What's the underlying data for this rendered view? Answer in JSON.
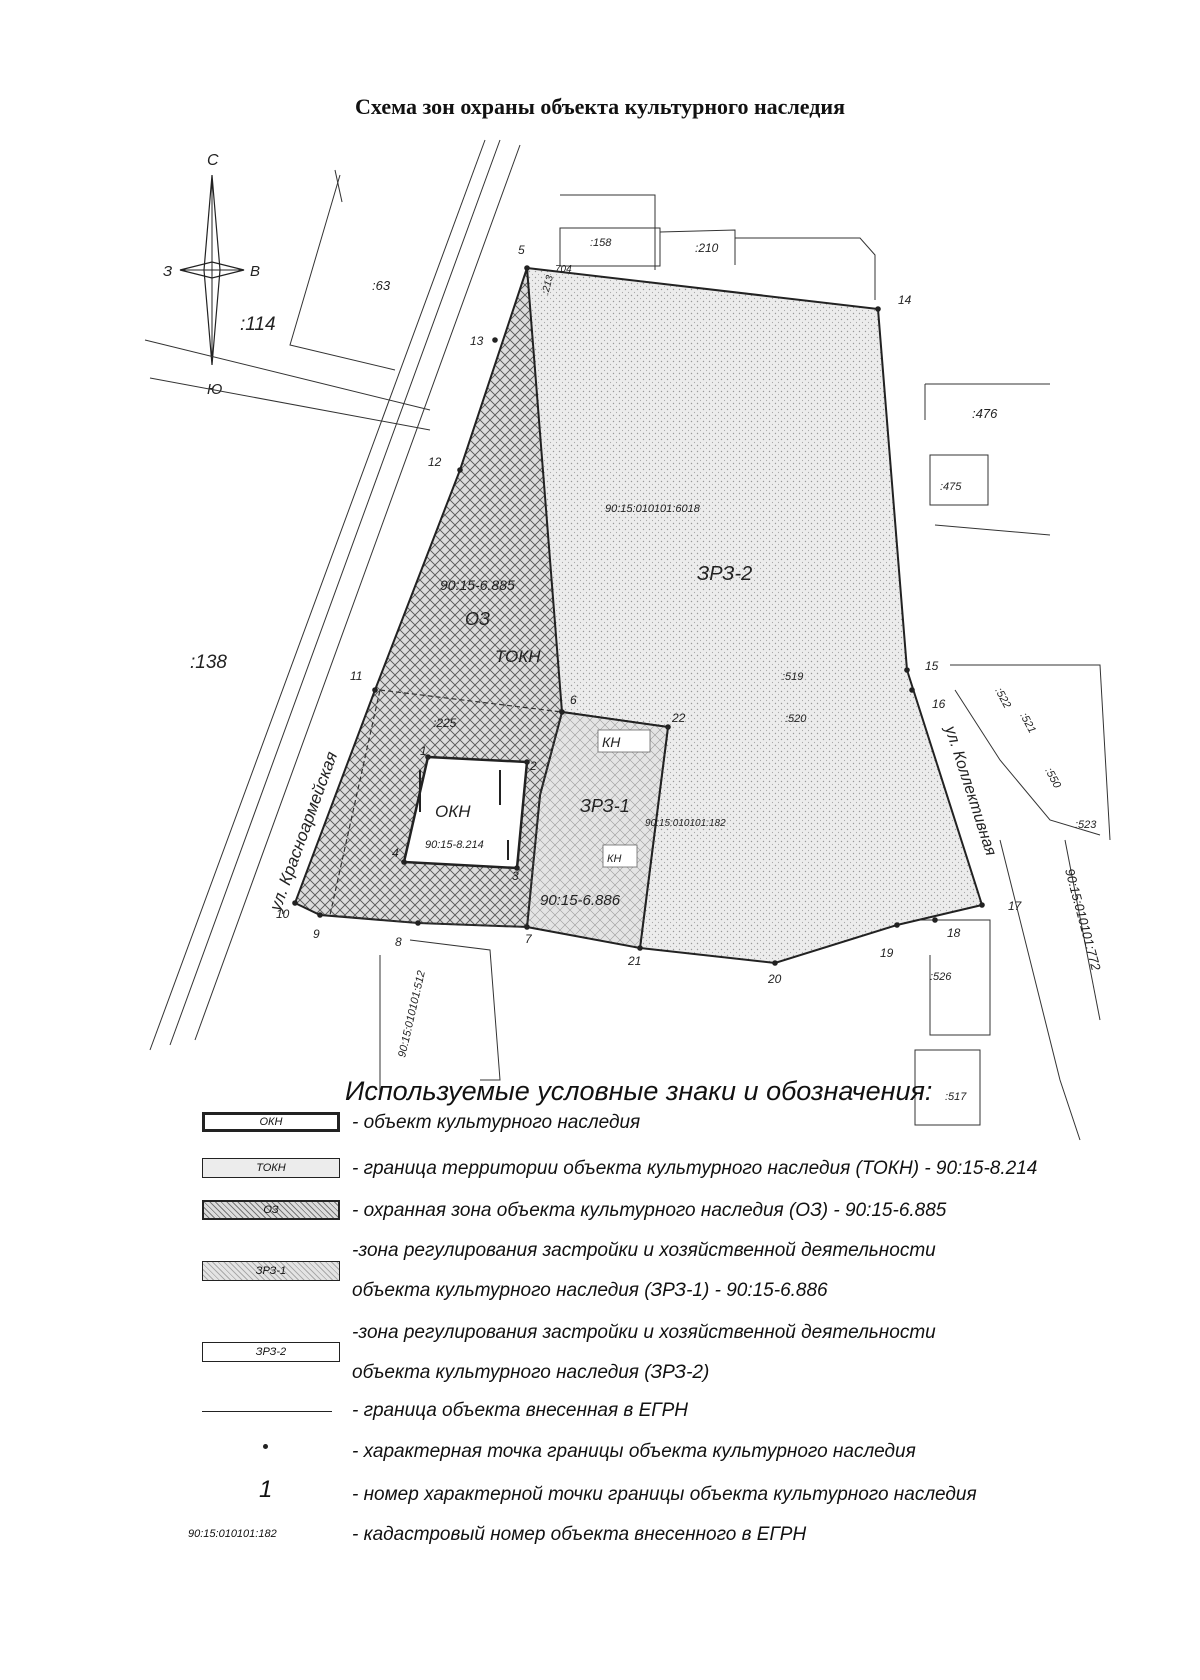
{
  "title": "Схема зон охраны объекта культурного наследия",
  "compass": {
    "north": "С",
    "south": "Ю",
    "west": "З",
    "east": "В"
  },
  "map": {
    "parcels": [
      ":114",
      ":63",
      ":158",
      ":210",
      ":476",
      ":475",
      ":138",
      ":519",
      ":520",
      ":522",
      ":521",
      ":550",
      ":523",
      ":526",
      ":517",
      "704",
      ":213",
      ":225"
    ],
    "cadastral": {
      "main": "90:15:010101:6018",
      "zrz1": "90:15:010101:182",
      "south": "90:15:010101:512",
      "east": "90:15:010101:772"
    },
    "zone_codes": {
      "oz": "90:15-6.885",
      "zrz1": "90:15-6.886",
      "okn": "90:15-8.214"
    },
    "zone_labels": {
      "zrz2": "ЗРЗ-2",
      "oz": "ОЗ",
      "tokn": "ТОКН",
      "okn": "ОКН",
      "zrz1": "ЗРЗ-1",
      "kn1": "КН",
      "kn2": "КН"
    },
    "streets": {
      "west": "ул. Красноармейская",
      "east": "ул. Коллективная"
    },
    "points": [
      "1",
      "2",
      "3",
      "4",
      "5",
      "6",
      "7",
      "8",
      "9",
      "10",
      "11",
      "12",
      "13",
      "14",
      "15",
      "16",
      "17",
      "18",
      "19",
      "20",
      "21",
      "22"
    ]
  },
  "legend": {
    "heading": "Используемые условные знаки и обозначения:",
    "items": [
      {
        "swatch": "ОКН",
        "text": "- объект культурного наследия"
      },
      {
        "swatch": "ТОКН",
        "text": "- граница территории объекта культурного наследия (ТОКН) - 90:15-8.214"
      },
      {
        "swatch": "ОЗ",
        "text": "- охранная зона объекта культурного наследия (ОЗ) - 90:15-6.885"
      },
      {
        "swatch": "ЗРЗ-1",
        "text1": "-зона регулирования застройки и хозяйственной деятельности",
        "text2": "объекта культурного наследия (ЗРЗ-1) - 90:15-6.886"
      },
      {
        "swatch": "ЗРЗ-2",
        "text1": "-зона регулирования застройки и хозяйственной деятельности",
        "text2": "объекта культурного наследия (ЗРЗ-2)"
      },
      {
        "text": "- граница объекта внесенная в ЕГРН"
      },
      {
        "text": "- характерная точка границы объекта культурного наследия"
      },
      {
        "symbol": "1",
        "text": "- номер характерной точки границы объекта культурного наследия"
      },
      {
        "symbol": "90:15:010101:182",
        "text": "- кадастровый номер объекта внесенного в ЕГРН"
      }
    ]
  },
  "colors": {
    "line": "#222222",
    "zone_fill": "#e6e6e6",
    "hatch": "#555555"
  }
}
